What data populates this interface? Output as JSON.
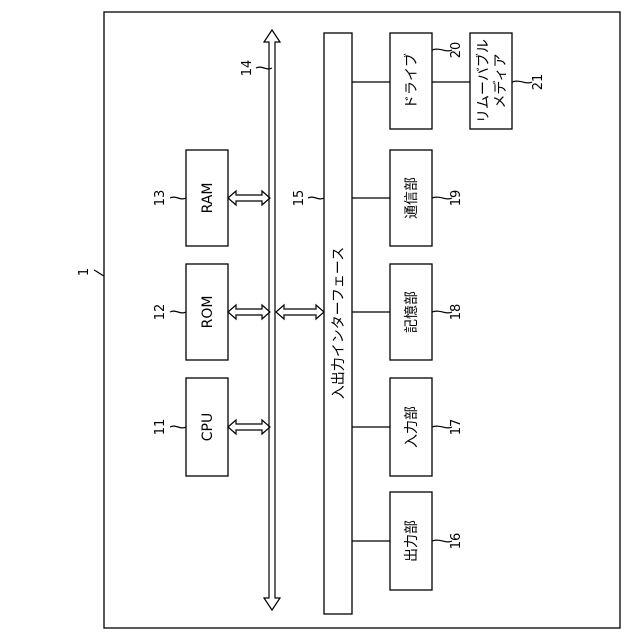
{
  "figure": {
    "system_ref": "1",
    "blocks": {
      "cpu": {
        "label": "CPU",
        "ref": "11"
      },
      "rom": {
        "label": "ROM",
        "ref": "12"
      },
      "ram": {
        "label": "RAM",
        "ref": "13"
      },
      "bus": {
        "ref": "14"
      },
      "io_interface": {
        "label": "入出力インターフェース",
        "ref": "15"
      },
      "output_unit": {
        "label": "出力部",
        "ref": "16"
      },
      "input_unit": {
        "label": "入力部",
        "ref": "17"
      },
      "storage_unit": {
        "label": "記憶部",
        "ref": "18"
      },
      "communication_unit": {
        "label": "通信部",
        "ref": "19"
      },
      "drive": {
        "label": "ドライブ",
        "ref": "20"
      },
      "removable_media": {
        "label_line1": "リムーバブル",
        "label_line2": "メディア",
        "ref": "21"
      }
    }
  }
}
